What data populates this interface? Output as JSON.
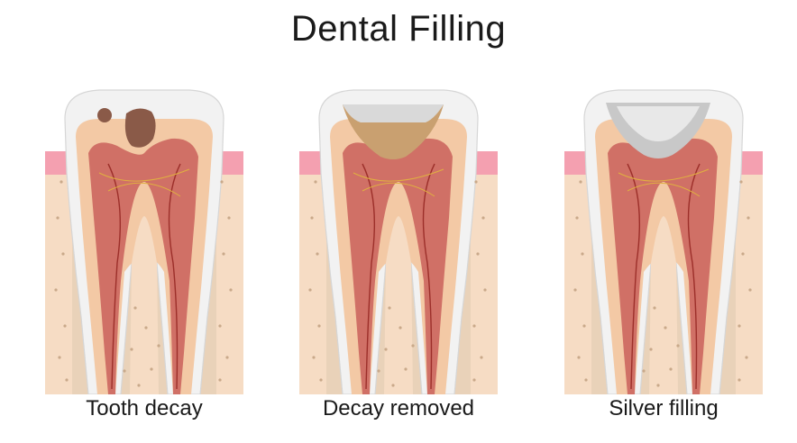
{
  "title": "Dental Filling",
  "panels": [
    {
      "caption": "Tooth decay",
      "state": "decay"
    },
    {
      "caption": "Decay removed",
      "state": "removed"
    },
    {
      "caption": "Silver filling",
      "state": "filled"
    }
  ],
  "colors": {
    "enamel": "#f2f2f2",
    "gum": "#f4a0b0",
    "bone": "#f6dcc4",
    "dentin": "#f3c9a5",
    "pulp": "#c9605a",
    "decay": "#8a5a48",
    "filling": "#c8c8c8"
  }
}
